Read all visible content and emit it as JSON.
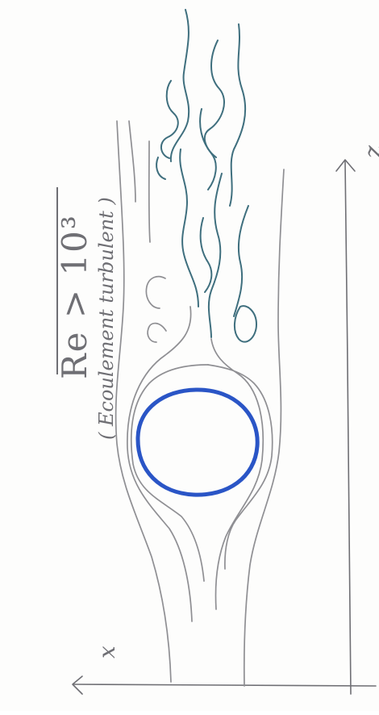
{
  "title": {
    "reynolds_condition": "Re > 10³",
    "flow_regime": "( Ecoulement turbulent )"
  },
  "axes": {
    "x_label": "x",
    "z_label": "z"
  },
  "colors": {
    "cylinder": "#2a55c6",
    "turbulent_wake": "#3f6f7e",
    "streamlines": "#8f8f93",
    "axes": "#6f6f74"
  }
}
